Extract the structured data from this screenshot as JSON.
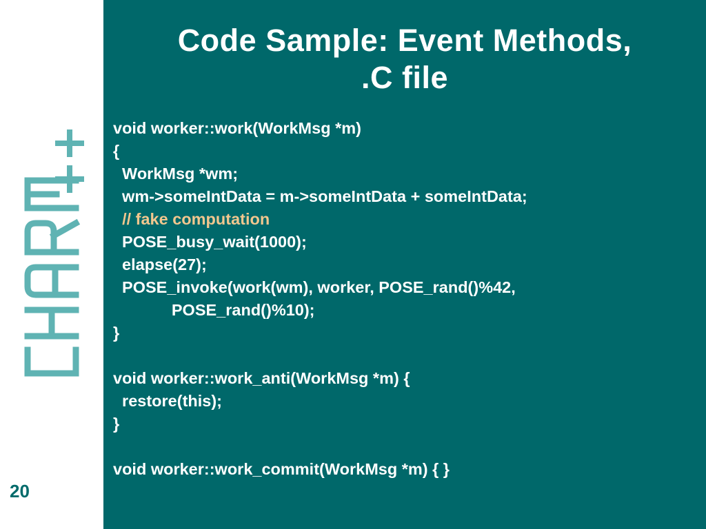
{
  "slide": {
    "title_line1": "Code Sample: Event Methods,",
    "title_line2": ".C file",
    "page_number": "20",
    "logo_text": "CHARM++"
  },
  "code": {
    "line1": "void worker::work(WorkMsg *m)",
    "line2": "{",
    "line3": "  WorkMsg *wm;",
    "line4": "  wm->someIntData = m->someIntData + someIntData;",
    "line5_indent": "  ",
    "line5_slashes": "// ",
    "line5_comment": "fake computation",
    "line6": "  POSE_busy_wait(1000);",
    "line7": "  elapse(27);",
    "line8": "  POSE_invoke(work(wm), worker, POSE_rand()%42,",
    "line9": "             POSE_rand()%10);",
    "line10": "}",
    "line12": "void worker::work_anti(WorkMsg *m) {",
    "line13": "  restore(this);",
    "line14": "}",
    "line16": "void worker::work_commit(WorkMsg *m) { }"
  },
  "colors": {
    "panel_background": "#00686a",
    "logo": "#5fb3b3",
    "page_number": "#006b6b",
    "comment": "#f3c78e",
    "text": "#ffffff"
  }
}
